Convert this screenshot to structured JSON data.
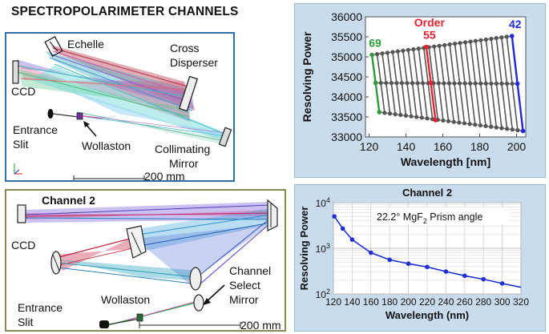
{
  "title": "SPECTROPOLARIMETER CHANNELS",
  "channel1_diagram": {
    "labels": {
      "echelle": "Echelle",
      "cross_disperser_1": "Cross",
      "cross_disperser_2": "Disperser",
      "ccd": "CCD",
      "entrance_slit_1": "Entrance",
      "entrance_slit_2": "Slit",
      "wollaston": "Wollaston",
      "collimating_mirror_1": "Collimating",
      "collimating_mirror_2": "Mirror",
      "scale": "200 mm"
    }
  },
  "channel2_diagram": {
    "title": "Channel 2",
    "labels": {
      "ccd": "CCD",
      "channel_select_mirror_1": "Channel",
      "channel_select_mirror_2": "Select",
      "channel_select_mirror_3": "Mirror",
      "wollaston": "Wollaston",
      "entrance_slit_1": "Entrance",
      "entrance_slit_2": "Slit",
      "scale": "200 mm"
    }
  },
  "chart_data": [
    {
      "type": "line",
      "title": "",
      "xlabel": "Wavelength [nm]",
      "ylabel": "Resolving Power",
      "xlim": [
        118,
        205
      ],
      "ylim": [
        33000,
        36000
      ],
      "xticks": [
        120,
        140,
        160,
        180,
        200
      ],
      "yticks": [
        33000,
        33500,
        34000,
        34500,
        35000,
        35500,
        36000
      ],
      "annotation": "Order",
      "annotation_color": "#e8202f",
      "series": [
        {
          "name": "69",
          "color": "#2e9a3a",
          "x": [
            121.5,
            123.5,
            125.5
          ],
          "y": [
            35050,
            34350,
            33620
          ]
        },
        {
          "name": "55",
          "color": "#e8202f",
          "x": [
            151.0,
            153.5,
            156.0
          ],
          "y": [
            35250,
            34350,
            33420
          ]
        },
        {
          "name": "42",
          "color": "#2228d8",
          "x": [
            197.5,
            200.5,
            203.5
          ],
          "y": [
            35520,
            34330,
            33150
          ]
        }
      ],
      "grey_orders": {
        "color": "#555555",
        "top_edge": {
          "x": [
            121.5,
            197.5
          ],
          "y": [
            35050,
            35520
          ]
        },
        "middle_row": {
          "x": [
            123.5,
            200.5
          ],
          "y": [
            34350,
            34330
          ]
        },
        "bottom_edge": {
          "x": [
            125.5,
            203.5
          ],
          "y": [
            33620,
            33150
          ]
        },
        "count": 28
      }
    },
    {
      "type": "line",
      "title": "Channel 2",
      "xlabel": "Wavelength (nm)",
      "ylabel": "Resolving Power",
      "annotation_pre": "22.2° MgF",
      "annotation_sub": "2",
      "annotation_post": " Prism angle",
      "yscale": "log",
      "xlim": [
        120,
        320
      ],
      "ylim": [
        100,
        10000
      ],
      "xticks": [
        120,
        140,
        160,
        180,
        200,
        220,
        240,
        260,
        280,
        300,
        320
      ],
      "yticks": [
        {
          "value": 100,
          "base": "10",
          "exp": "2"
        },
        {
          "value": 1000,
          "base": "10",
          "exp": "3"
        },
        {
          "value": 10000,
          "base": "10",
          "exp": "4"
        }
      ],
      "grid": true,
      "series": [
        {
          "name": "",
          "color": "#1f2fd0",
          "x": [
            121,
            130,
            140,
            160,
            180,
            200,
            220,
            240,
            260,
            280,
            300,
            320
          ],
          "y": [
            5000,
            2700,
            1550,
            800,
            560,
            460,
            390,
            310,
            250,
            210,
            170,
            140
          ]
        }
      ]
    }
  ]
}
